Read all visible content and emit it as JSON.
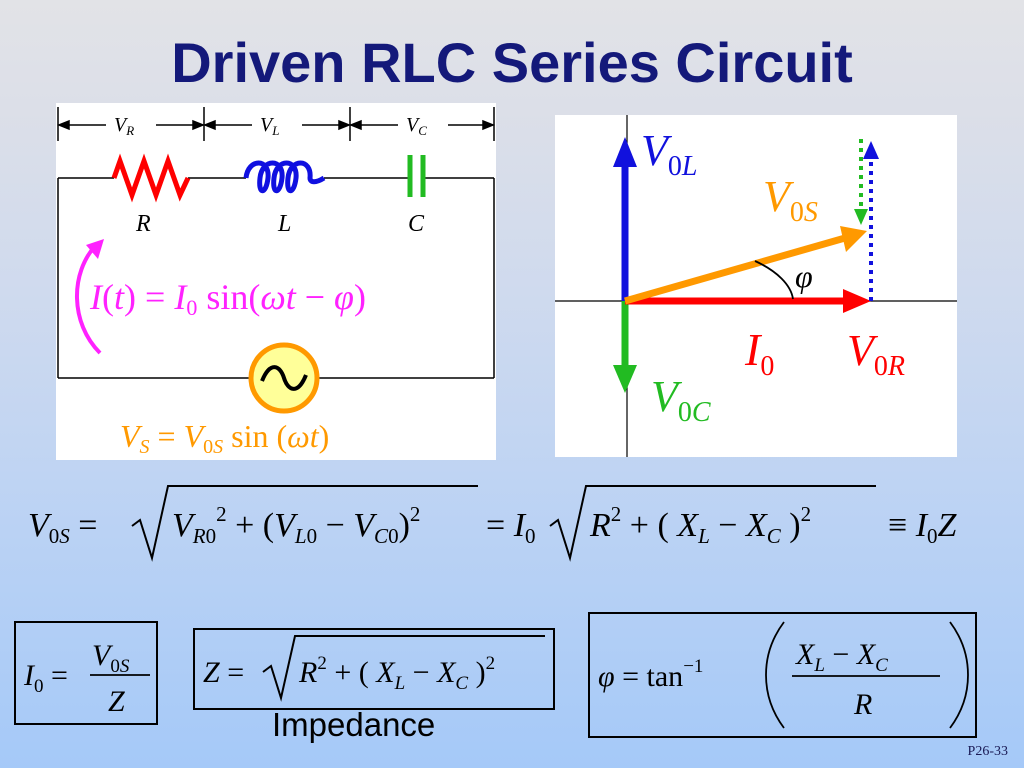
{
  "slide": {
    "title": "Driven RLC Series Circuit",
    "impedance_label": "Impedance",
    "page_prefix": "P26-",
    "page_number": "33"
  },
  "circuit": {
    "voltage_labels": [
      "V",
      "V",
      "V"
    ],
    "voltage_subs": [
      "R",
      "L",
      "C"
    ],
    "component_labels": [
      "R",
      "L",
      "C"
    ],
    "current_eq": "I(t) = I0 sin(ωt − φ)",
    "source_symbol": "~",
    "source_eq": "VS = V0S sin(ωt)",
    "colors": {
      "resistor": "#ff0000",
      "inductor": "#1010e0",
      "capacitor": "#22bb22",
      "current": "#ff22ff",
      "source": "#ff9900",
      "source_fill": "#ffff99"
    }
  },
  "phasor": {
    "labels": {
      "v0l": "V0L",
      "v0s": "V0S",
      "phi": "φ",
      "i0": "I0",
      "v0r": "V0R",
      "v0c": "V0C"
    },
    "colors": {
      "v0l": "#1111dd",
      "v0s": "#ff9900",
      "i0": "#ff0000",
      "v0r": "#ff0000",
      "v0c": "#22bb22",
      "dotted_l": "#22bb22",
      "dotted_r": "#1111dd"
    }
  },
  "equations": {
    "main": "V0S = √(VR0² + (VL0 − VC0)²) = I0 √(R² + (XL − XC)²) ≡ I0 Z",
    "box1": "I0 = V0S / Z",
    "box2": "Z = √(R² + (XL − XC)²)",
    "box3": "φ = tan⁻¹((XL − XC) / R)"
  }
}
